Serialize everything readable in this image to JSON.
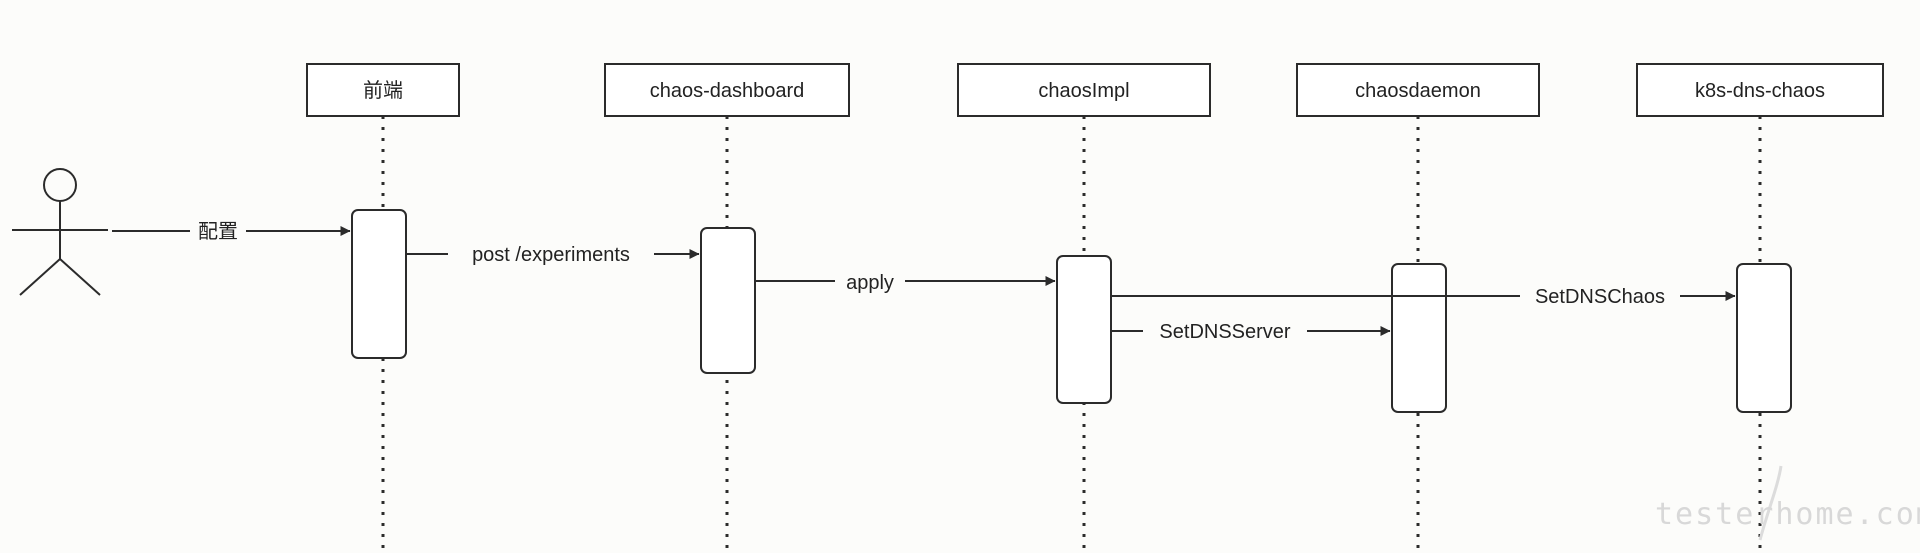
{
  "participants": [
    {
      "id": "p0",
      "label": "前端"
    },
    {
      "id": "p1",
      "label": "chaos-dashboard"
    },
    {
      "id": "p2",
      "label": "chaosImpl"
    },
    {
      "id": "p3",
      "label": "chaosdaemon"
    },
    {
      "id": "p4",
      "label": "k8s-dns-chaos"
    }
  ],
  "messages": [
    {
      "from": "actor",
      "to": "p0",
      "label": "配置"
    },
    {
      "from": "p0",
      "to": "p1",
      "label": "post /experiments"
    },
    {
      "from": "p1",
      "to": "p2",
      "label": "apply"
    },
    {
      "from": "p2",
      "to": "p4",
      "label": "SetDNSChaos"
    },
    {
      "from": "p2",
      "to": "p3",
      "label": "SetDNSServer"
    }
  ],
  "watermark": "testerhome.com",
  "colors": {
    "line": "#2b2b2b",
    "box_fill": "#ffffff",
    "background": "#fcfcfa",
    "watermark": "#d8d8d8"
  }
}
